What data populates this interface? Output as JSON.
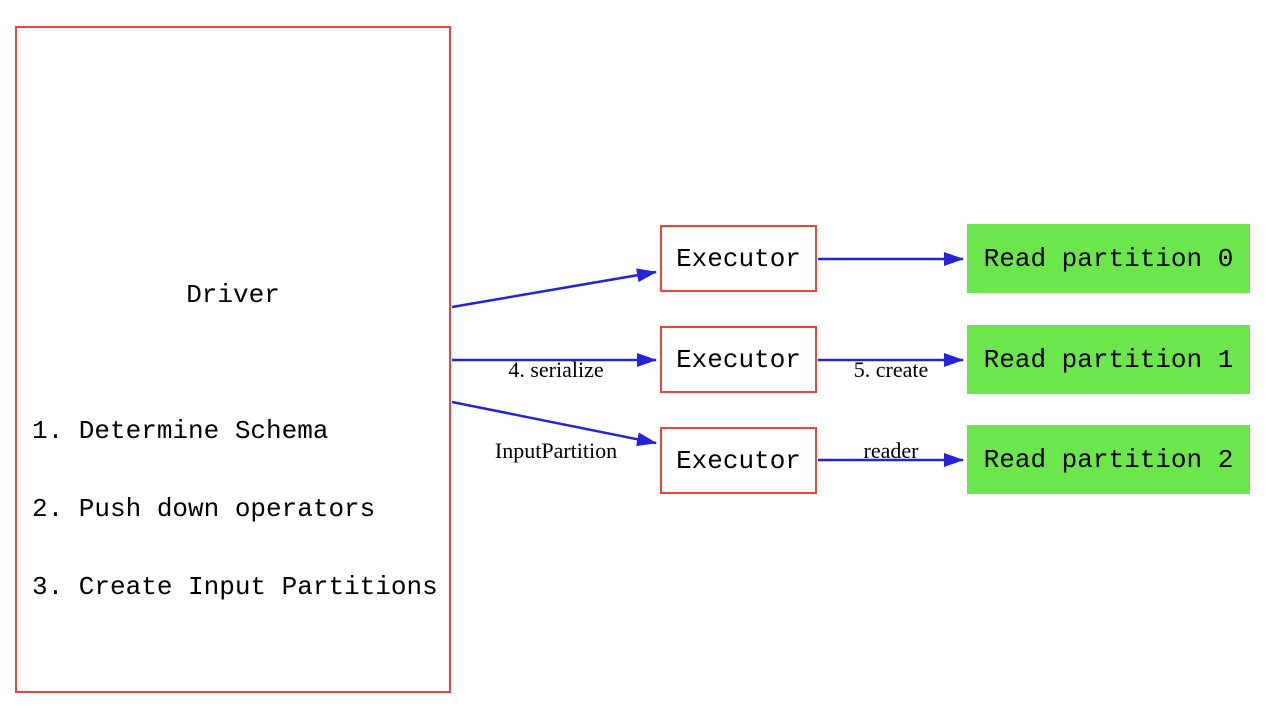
{
  "diagram": {
    "driver": {
      "title": "Driver",
      "steps": [
        "1. Determine Schema",
        "2. Push down operators",
        "3. Create Input Partitions"
      ]
    },
    "executors": [
      {
        "label": "Executor"
      },
      {
        "label": "Executor"
      },
      {
        "label": "Executor"
      }
    ],
    "partitions": [
      {
        "label": "Read partition 0"
      },
      {
        "label": "Read partition 1"
      },
      {
        "label": "Read partition 2"
      }
    ],
    "edge_labels": {
      "serialize": {
        "line1": "4. serialize",
        "line2": "InputPartition"
      },
      "create_reader": {
        "line1": "5. create",
        "line2": "reader"
      }
    },
    "colors": {
      "box_border": "#e8463a",
      "arrow": "#2323d8",
      "partition_fill": "#6ce64d",
      "text": "#000000",
      "background": "#ffffff"
    }
  }
}
